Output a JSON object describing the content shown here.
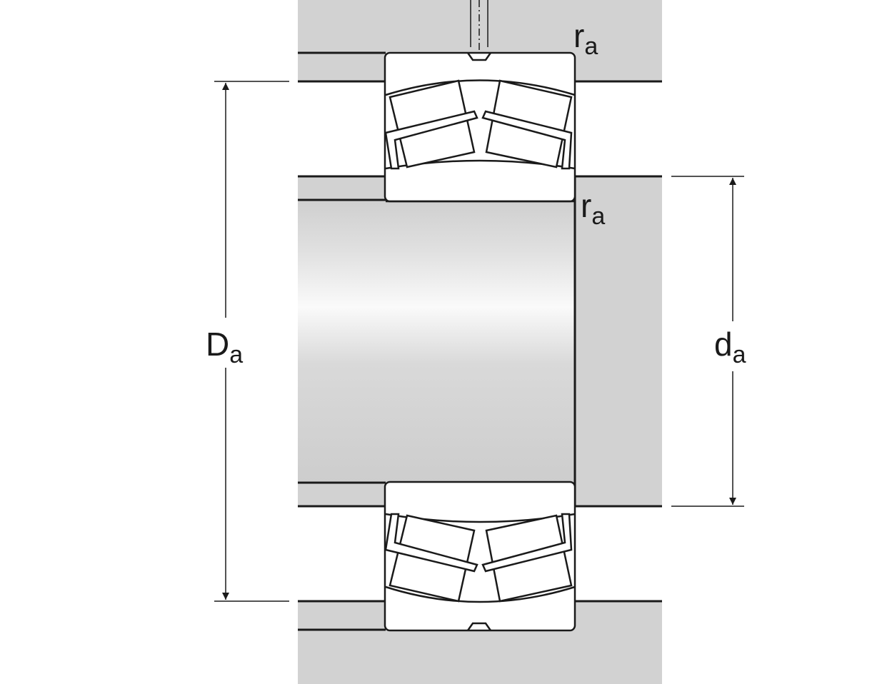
{
  "diagram": {
    "labels": {
      "ra_top": {
        "main": "r",
        "sub": "a"
      },
      "ra_middle": {
        "main": "r",
        "sub": "a"
      },
      "Da": {
        "main": "D",
        "sub": "a"
      },
      "da": {
        "main": "d",
        "sub": "a"
      }
    },
    "colors": {
      "line": "#1a1a1a",
      "housing": "#d2d2d2",
      "shaft_light": "#fafafa",
      "shaft_dark": "#cdcdcd",
      "background": "#ffffff"
    }
  }
}
